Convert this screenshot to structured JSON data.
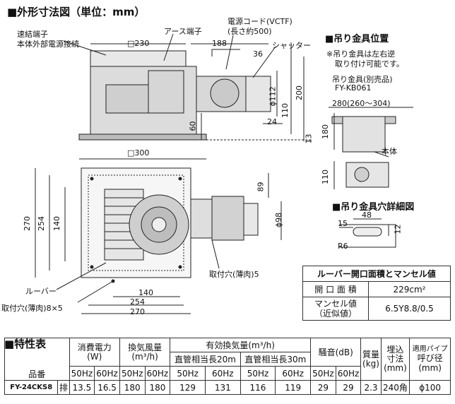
{
  "title": "■外形寸法図（単位：mm）",
  "upper": {
    "label_connector": "速結端子",
    "label_connector2": "本体外部電源接続",
    "label_earth": "アース端子",
    "label_cord": "電源コード(VCTF)",
    "label_cord_len": "(長さ約500)",
    "label_shutter": "シャッター",
    "dims": {
      "sq230": "□230",
      "d188": "188",
      "d36": "36",
      "phi112": "ϕ112",
      "d110": "110",
      "d200": "200",
      "d24": "24",
      "d60": "60",
      "d13": "13",
      "sq300": "□300"
    }
  },
  "lower": {
    "label_mount": "取付穴(薄肉)5",
    "label_louver": "ルーバー",
    "label_mount_holes": "取付穴(薄肉)8×5",
    "dims": {
      "d89": "89",
      "phi98": "ϕ98",
      "d270v": "270",
      "d254v": "254",
      "d140v": "140",
      "d140h": "140",
      "d254h": "254",
      "d270h": "270"
    }
  },
  "bracket": {
    "title": "■吊り金具位置",
    "note1": "※吊り金具は左右逆",
    "note2": "取り付け可能です。",
    "label_bracket": "吊り金具(別売品)",
    "label_model": "FY-KB061",
    "dim_280": "280(260～304)",
    "dim_180": "180",
    "dim_110": "110",
    "label_body": "本体"
  },
  "hole": {
    "title": "■吊り金具穴詳細図",
    "d48": "48",
    "d15": "15",
    "d12": "12",
    "r6": "R6"
  },
  "louver_table": {
    "title": "ルーバー開口面積とマンセル値",
    "row1_label": "開 口 面 積",
    "row1_value": "229cm²",
    "row2_label": "マンセル値",
    "row2_label2": "（近似値）",
    "row2_value": "6.5Y8.8/0.5"
  },
  "spec": {
    "title": "■特性表",
    "h_model": "品番",
    "h_power": "消費電力",
    "h_power_unit": "(W)",
    "h_airflow": "換気風量",
    "h_airflow_unit": "(m³/h)",
    "h_effective": "有効換気量(m³/h)",
    "h_eff20": "直管相当長20m",
    "h_eff30": "直管相当長30m",
    "h_noise": "騒音(dB)",
    "h_weight": "質量",
    "h_weight_unit": "(kg)",
    "h_embed": "埋込",
    "h_embed2": "寸法",
    "h_embed_unit": "(mm)",
    "h_pipe": "適用パイプ",
    "h_pipe2": "呼び径",
    "h_pipe_unit": "(mm)",
    "hz50": "50Hz",
    "hz60": "60Hz",
    "row": {
      "model": "FY-24CKS8",
      "type": "排",
      "power50": "13.5",
      "power60": "16.5",
      "air50": "180",
      "air60": "180",
      "e20_50": "129",
      "e20_60": "131",
      "e30_50": "116",
      "e30_60": "119",
      "noise50": "29",
      "noise60": "29",
      "weight": "2.3",
      "embed": "240角",
      "pipe": "ϕ100"
    }
  }
}
